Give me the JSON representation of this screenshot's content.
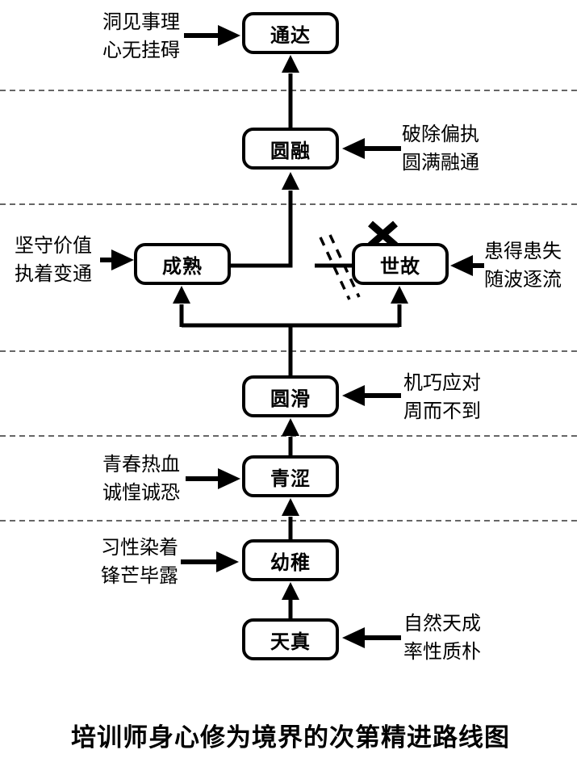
{
  "diagram": {
    "title": "培训师身心修为境界的次第精进路线图",
    "stages": {
      "tongda": {
        "label": "通达"
      },
      "yuanrong": {
        "label": "圆融"
      },
      "chengshu": {
        "label": "成熟"
      },
      "shigu": {
        "label": "世故"
      },
      "yuanhua": {
        "label": "圆滑"
      },
      "qingse": {
        "label": "青涩"
      },
      "youzhi": {
        "label": "幼稚"
      },
      "tianzhen": {
        "label": "天真"
      }
    },
    "annotations": {
      "tongda": {
        "line1": "洞见事理",
        "line2": "心无挂碍"
      },
      "yuanrong": {
        "line1": "破除偏执",
        "line2": "圆满融通"
      },
      "chengshu": {
        "line1": "坚守价值",
        "line2": "执着变通"
      },
      "shigu": {
        "line1": "患得患失",
        "line2": "随波逐流"
      },
      "yuanhua": {
        "line1": "机巧应对",
        "line2": "周而不到"
      },
      "qingse": {
        "line1": "青春热血",
        "line2": "诚惶诚恐"
      },
      "youzhi": {
        "line1": "习性染着",
        "line2": "锋芒毕露"
      },
      "tianzhen": {
        "line1": "自然天成",
        "line2": "率性质朴"
      }
    },
    "colors": {
      "ink": "#000000",
      "background": "#ffffff",
      "separator": "#333333"
    }
  }
}
